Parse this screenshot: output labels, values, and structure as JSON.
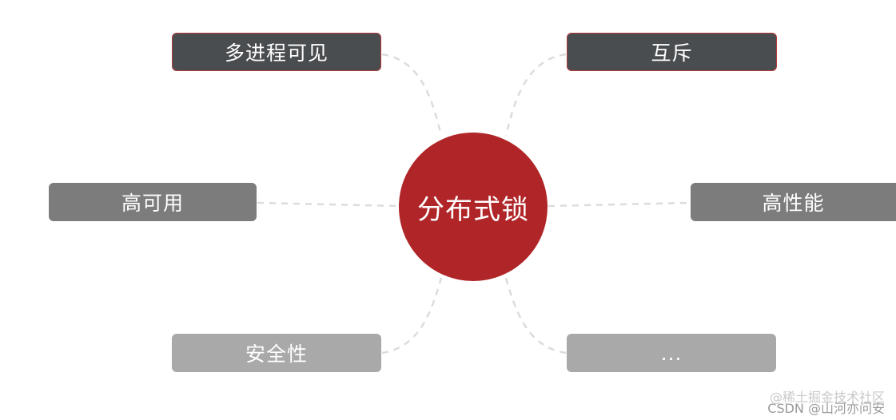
{
  "diagram": {
    "center": {
      "label": "分布式锁"
    },
    "nodes": {
      "top_left": "多进程可见",
      "top_right": "互斥",
      "mid_left": "高可用",
      "mid_right": "高性能",
      "bottom_left": "安全性",
      "bottom_right": "..."
    }
  },
  "watermark": {
    "line1": "@稀土掘金技术社区",
    "line2": "CSDN @山河亦问安"
  },
  "colors": {
    "center": "#b02528",
    "node_dark": "#4a4d50",
    "node_mid": "#7c7c7c",
    "node_light": "#a9a9a9",
    "connector": "#dcdcdc"
  }
}
